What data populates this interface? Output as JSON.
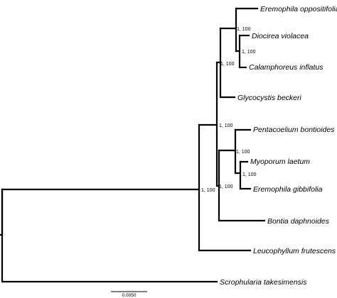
{
  "tree": {
    "taxa": [
      "Eremophila oppositifolia",
      "Diocirea violacea",
      "Calamphoreus inflatus",
      "Glycocystis beckeri",
      "Pentacoelium bontioides",
      "Myoporum laetum",
      "Eremophila gibbifolia",
      "Bontia daphnoides",
      "Leucophyllum frutescens",
      "Scrophularia takesimensis"
    ],
    "support": {
      "dv_ci": "1, 100",
      "eo_clade": "1, 100",
      "upper_clade": "1, 100",
      "ml_eg": "1, 100",
      "pb_clade": "1, 100",
      "lower_clade": "1, 100",
      "ingroup": "1, 100"
    },
    "scale_label": "0.0050"
  }
}
